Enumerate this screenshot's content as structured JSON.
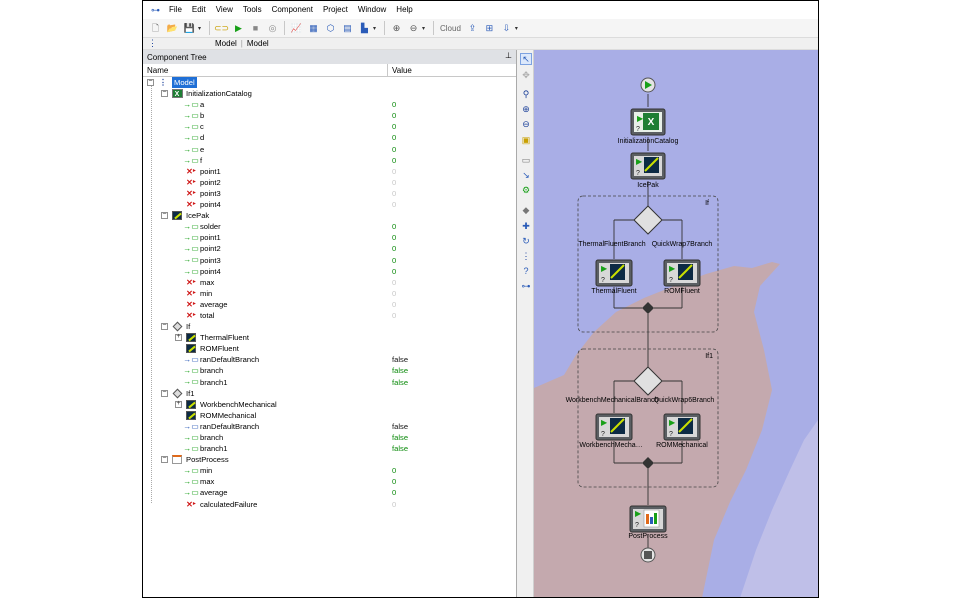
{
  "menubar": [
    "File",
    "Edit",
    "View",
    "Tools",
    "Component",
    "Project",
    "Window",
    "Help"
  ],
  "toolbar": {
    "cloud_label": "Cloud"
  },
  "breadcrumb": [
    "Model",
    "Model"
  ],
  "tree_panel": {
    "title": "Component Tree",
    "col_name": "Name",
    "col_value": "Value"
  },
  "tree": [
    {
      "depth": 0,
      "exp": "⊟",
      "icon": "model-icon",
      "label": "Model",
      "value": "",
      "selected": true
    },
    {
      "depth": 1,
      "exp": "⊟",
      "icon": "excel-component-icon",
      "label": "InitializationCatalog",
      "value": ""
    },
    {
      "depth": 2,
      "icon": "output-var-icon",
      "label": "a",
      "value": "0",
      "tone": "g"
    },
    {
      "depth": 2,
      "icon": "output-var-icon",
      "label": "b",
      "value": "0",
      "tone": "g"
    },
    {
      "depth": 2,
      "icon": "output-var-icon",
      "label": "c",
      "value": "0",
      "tone": "g"
    },
    {
      "depth": 2,
      "icon": "output-var-icon",
      "label": "d",
      "value": "0",
      "tone": "g"
    },
    {
      "depth": 2,
      "icon": "output-var-icon",
      "label": "e",
      "value": "0",
      "tone": "g"
    },
    {
      "depth": 2,
      "icon": "output-var-icon",
      "label": "f",
      "value": "0",
      "tone": "g"
    },
    {
      "depth": 2,
      "icon": "invalid-var-icon",
      "label": "point1",
      "value": "0",
      "tone": "d"
    },
    {
      "depth": 2,
      "icon": "invalid-var-icon",
      "label": "point2",
      "value": "0",
      "tone": "d"
    },
    {
      "depth": 2,
      "icon": "invalid-var-icon",
      "label": "point3",
      "value": "0",
      "tone": "d"
    },
    {
      "depth": 2,
      "icon": "invalid-var-icon",
      "label": "point4",
      "value": "0",
      "tone": "d"
    },
    {
      "depth": 1,
      "exp": "⊟",
      "icon": "script-component-icon",
      "label": "IcePak",
      "value": ""
    },
    {
      "depth": 2,
      "icon": "output-var-icon",
      "label": "solder",
      "value": "0",
      "tone": "g"
    },
    {
      "depth": 2,
      "icon": "output-var-icon",
      "label": "point1",
      "value": "0",
      "tone": "g"
    },
    {
      "depth": 2,
      "icon": "output-var-icon",
      "label": "point2",
      "value": "0",
      "tone": "g"
    },
    {
      "depth": 2,
      "icon": "output-var-icon",
      "label": "point3",
      "value": "0",
      "tone": "g"
    },
    {
      "depth": 2,
      "icon": "output-var-icon",
      "label": "point4",
      "value": "0",
      "tone": "g"
    },
    {
      "depth": 2,
      "icon": "invalid-var-icon",
      "label": "max",
      "value": "0",
      "tone": "d"
    },
    {
      "depth": 2,
      "icon": "invalid-var-icon",
      "label": "min",
      "value": "0",
      "tone": "d"
    },
    {
      "depth": 2,
      "icon": "invalid-var-icon",
      "label": "average",
      "value": "0",
      "tone": "d"
    },
    {
      "depth": 2,
      "icon": "invalid-var-icon",
      "label": "total",
      "value": "0",
      "tone": "d"
    },
    {
      "depth": 1,
      "exp": "⊟",
      "icon": "if-diamond-icon",
      "label": "If",
      "value": ""
    },
    {
      "depth": 2,
      "exp": "⊞",
      "icon": "script-component-icon",
      "label": "ThermalFluent",
      "value": ""
    },
    {
      "depth": 2,
      "icon": "script-component-icon",
      "label": "ROMFluent",
      "value": ""
    },
    {
      "depth": 2,
      "icon": "input-var-icon",
      "label": "ranDefaultBranch",
      "value": "false",
      "tone": "b"
    },
    {
      "depth": 2,
      "icon": "output-var-icon",
      "label": "branch",
      "value": "false",
      "tone": "g"
    },
    {
      "depth": 2,
      "icon": "output-var-icon",
      "label": "branch1",
      "value": "false",
      "tone": "g"
    },
    {
      "depth": 1,
      "exp": "⊟",
      "icon": "if-diamond-icon",
      "label": "If1",
      "value": ""
    },
    {
      "depth": 2,
      "exp": "⊞",
      "icon": "script-component-icon",
      "label": "WorkbenchMechanical",
      "value": ""
    },
    {
      "depth": 2,
      "icon": "script-component-icon",
      "label": "ROMMechanical",
      "value": ""
    },
    {
      "depth": 2,
      "icon": "input-var-icon",
      "label": "ranDefaultBranch",
      "value": "false",
      "tone": "b"
    },
    {
      "depth": 2,
      "icon": "output-var-icon",
      "label": "branch",
      "value": "false",
      "tone": "g"
    },
    {
      "depth": 2,
      "icon": "output-var-icon",
      "label": "branch1",
      "value": "false",
      "tone": "g"
    },
    {
      "depth": 1,
      "exp": "⊟",
      "icon": "postprocess-icon",
      "label": "PostProcess",
      "value": ""
    },
    {
      "depth": 2,
      "icon": "output-var-icon",
      "label": "min",
      "value": "0",
      "tone": "g"
    },
    {
      "depth": 2,
      "icon": "output-var-icon",
      "label": "max",
      "value": "0",
      "tone": "g"
    },
    {
      "depth": 2,
      "icon": "output-var-icon",
      "label": "average",
      "value": "0",
      "tone": "g"
    },
    {
      "depth": 2,
      "icon": "invalid-var-icon",
      "label": "calculatedFailure",
      "value": "0",
      "tone": "d"
    }
  ],
  "workflow": {
    "if_label": "If",
    "if1_label": "If1",
    "initialization": "InitializationCatalog",
    "icepak": "IcePak",
    "if_branch_left": "ThermalFluentBranch",
    "if_branch_right": "QuickWrap7Branch",
    "thermalfluent": "ThermalFluent",
    "romfluent": "ROMFluent",
    "if1_branch_left": "WorkbenchMechanicalBranch",
    "if1_branch_right": "QuickWrap6Branch",
    "workbench": "WorkbenchMecha…",
    "rommechanical": "ROMMechanical",
    "postprocess": "PostProcess"
  },
  "colors": {
    "canvas": "#a9aee6",
    "selection": "#1f6fd6",
    "value_green": "#0a8a0a",
    "blob": "#c4a9ae"
  }
}
